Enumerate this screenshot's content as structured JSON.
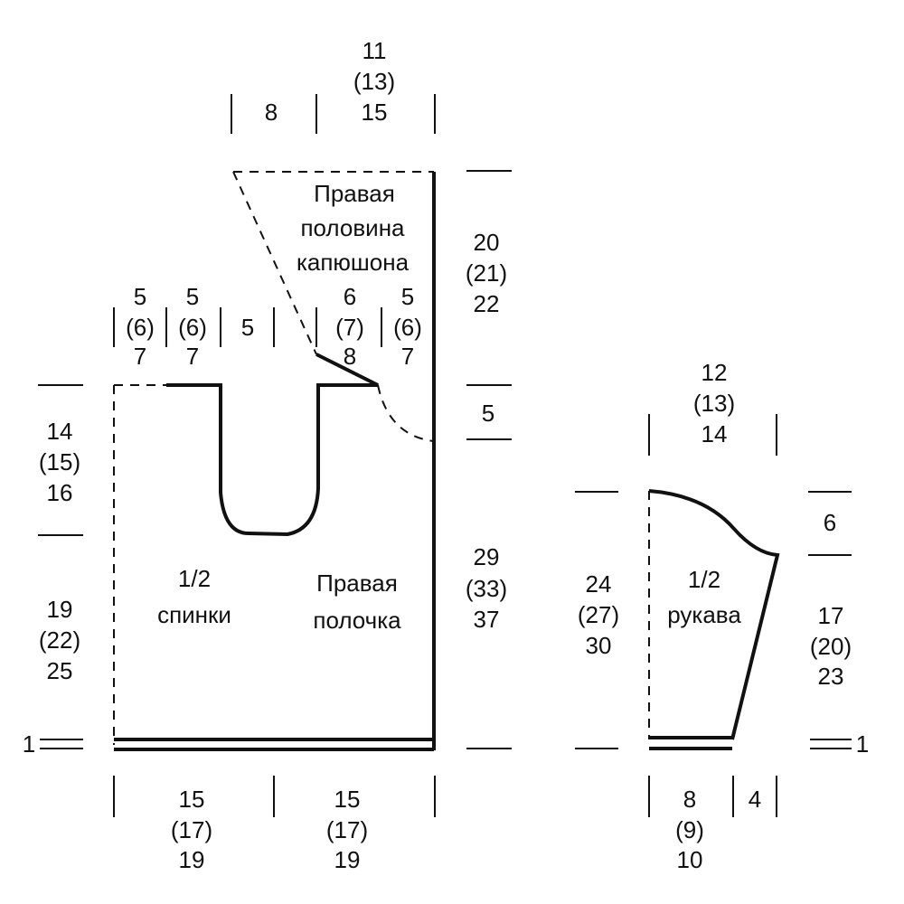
{
  "colors": {
    "ink": "#111111",
    "background": "#ffffff"
  },
  "labels": {
    "hood": [
      "Правая",
      "половина",
      "капюшона"
    ],
    "back": [
      "1/2",
      "спинки"
    ],
    "front": [
      "Правая",
      "полочка"
    ],
    "sleeve": [
      "1/2",
      "рукава"
    ]
  },
  "dims": {
    "top_hood_left": "8",
    "top_hood_right": [
      "11",
      "(13)",
      "15"
    ],
    "shoulder_back_outer": [
      "5",
      "(6)",
      "7"
    ],
    "shoulder_back_inner": [
      "5",
      "(6)",
      "7"
    ],
    "neck_mid": "5",
    "shoulder_front_neck": [
      "6",
      "(7)",
      "8"
    ],
    "shoulder_front_outer": [
      "5",
      "(6)",
      "7"
    ],
    "hood_height": [
      "20",
      "(21)",
      "22"
    ],
    "neck_drop": "5",
    "front_height": [
      "29",
      "(33)",
      "37"
    ],
    "armhole_height": [
      "14",
      "(15)",
      "16"
    ],
    "body_height": [
      "19",
      "(22)",
      "25"
    ],
    "rib_left": "1",
    "bottom_back_width": [
      "15",
      "(17)",
      "19"
    ],
    "bottom_front_width": [
      "15",
      "(17)",
      "19"
    ],
    "sleeve_top": [
      "12",
      "(13)",
      "14"
    ],
    "sleeve_cap_height": "6",
    "sleeve_left_height": [
      "24",
      "(27)",
      "30"
    ],
    "sleeve_right_height": [
      "17",
      "(20)",
      "23"
    ],
    "rib_right": "1",
    "sleeve_bottom_width": [
      "8",
      "(9)",
      "10"
    ],
    "sleeve_bottom_extra": "4"
  }
}
